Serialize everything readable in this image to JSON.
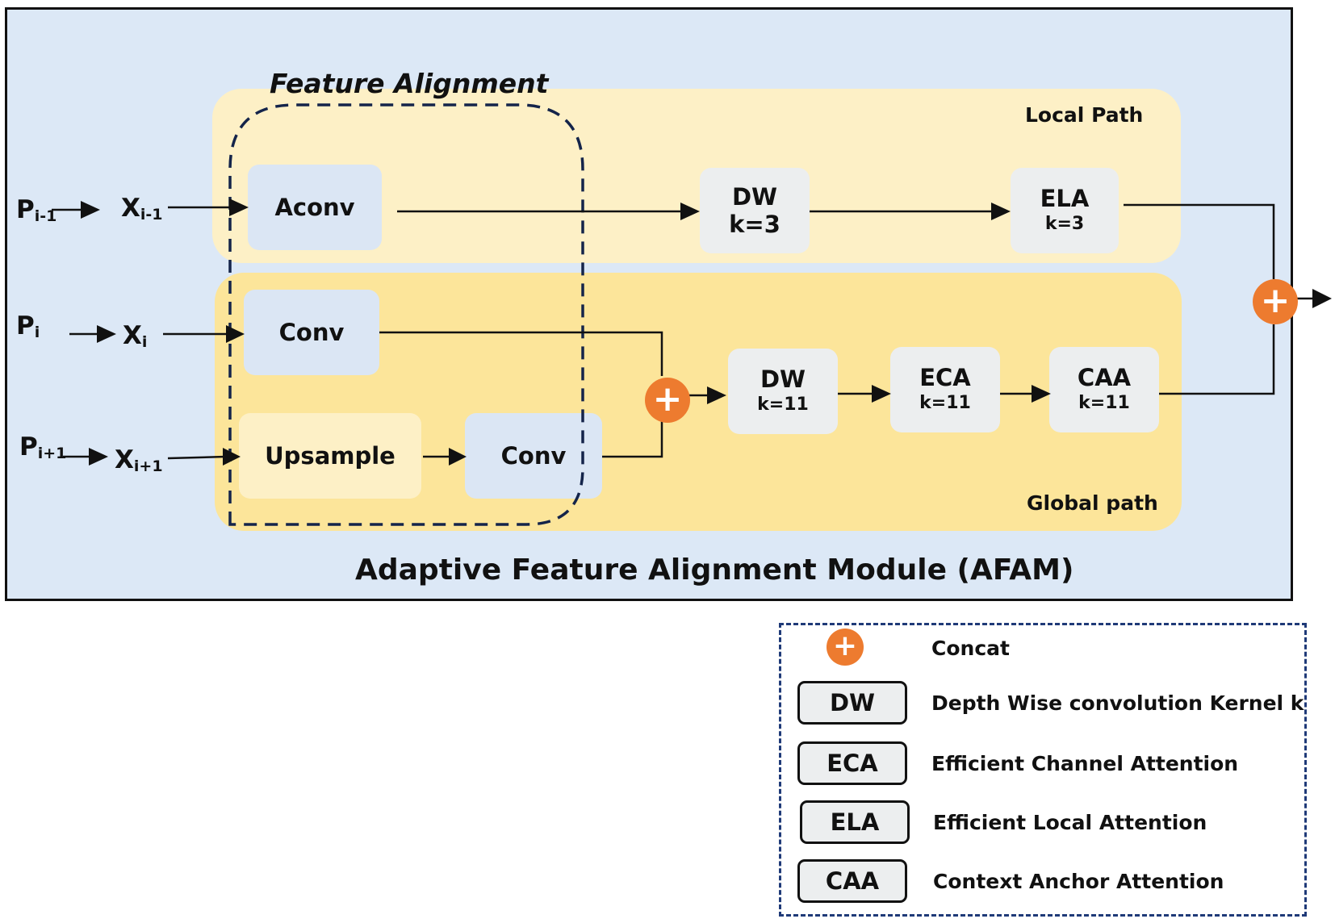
{
  "figure": {
    "title": "Adaptive Feature Alignment Module (AFAM)",
    "feature_alignment_label": "Feature Alignment",
    "local_path_label": "Local Path",
    "global_path_label": "Global path"
  },
  "inputs": [
    {
      "p": "P",
      "p_sub": "i-1",
      "x": "X",
      "x_sub": "i-1"
    },
    {
      "p": "P",
      "p_sub": "i",
      "x": "X",
      "x_sub": "i"
    },
    {
      "p": "P",
      "p_sub": "i+1",
      "x": "X",
      "x_sub": "i+1"
    }
  ],
  "blocks": {
    "aconv": {
      "name": "Aconv"
    },
    "conv_mid": {
      "name": "Conv"
    },
    "upsample": {
      "name": "Upsample"
    },
    "conv_low": {
      "name": "Conv"
    },
    "dw_local": {
      "name": "DW",
      "param": "k=3"
    },
    "ela": {
      "name": "ELA",
      "param": "k=3"
    },
    "dw_global": {
      "name": "DW",
      "param": "k=11"
    },
    "eca": {
      "name": "ECA",
      "param": "k=11"
    },
    "caa": {
      "name": "CAA",
      "param": "k=11"
    }
  },
  "concat_symbol": "+",
  "legend": {
    "items": [
      {
        "key": "concat",
        "symbol": "+",
        "description": "Concat"
      },
      {
        "key": "DW",
        "symbol": "DW",
        "description": "Depth Wise convolution Kernel k"
      },
      {
        "key": "ECA",
        "symbol": "ECA",
        "description": "Efficient Channel Attention"
      },
      {
        "key": "ELA",
        "symbol": "ELA",
        "description": "Efficient Local Attention"
      },
      {
        "key": "CAA",
        "symbol": "CAA",
        "description": "Context Anchor Attention"
      }
    ]
  },
  "colors": {
    "module_bg": "#dce8f6",
    "local_path_bg": "#fdf0c6",
    "global_path_bg": "#fce59a",
    "concat": "#ed7b2f",
    "legend_border": "#1f3a78"
  }
}
